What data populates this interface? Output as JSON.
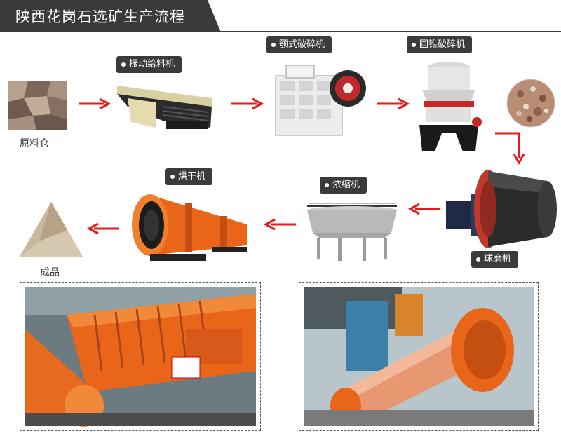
{
  "title": "陕西花岗石选矿生产流程",
  "nodes": {
    "raw_bin": "原料仓",
    "feeder": "振动给料机",
    "jaw": "颚式破碎机",
    "cone": "圆锥破碎机",
    "ball_mill": "球磨机",
    "thickener": "浓缩机",
    "dryer": "烘干机",
    "product": "成品"
  },
  "colors": {
    "arrow": "#e41b1b",
    "machine_orange": "#e8651a",
    "tag_bg": "#3b3b3b"
  },
  "photos": [
    {
      "name": "spiral-classifier-site-photo"
    },
    {
      "name": "ball-mill-site-photo"
    }
  ]
}
